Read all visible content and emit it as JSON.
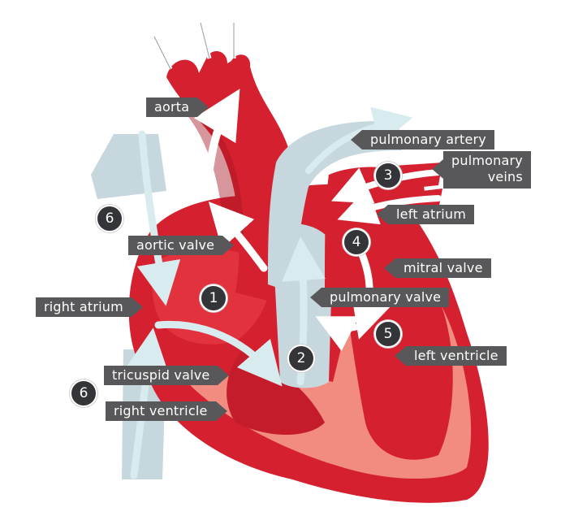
{
  "labels": {
    "aorta": "aorta",
    "pulmonary_artery": "pulmonary artery",
    "pulmonary_veins_line1": "pulmonary",
    "pulmonary_veins_line2": "veins",
    "left_atrium": "left atrium",
    "aortic_valve": "aortic valve",
    "mitral_valve": "mitral valve",
    "right_atrium": "right atrium",
    "pulmonary_valve": "pulmonary valve",
    "left_ventricle": "left ventricle",
    "tricuspid_valve": "tricuspid valve",
    "right_ventricle": "right ventricle"
  },
  "steps": {
    "s1": "1",
    "s2": "2",
    "s3": "3",
    "s4": "4",
    "s5": "5",
    "s6_upper": "6",
    "s6_lower": "6"
  },
  "colors": {
    "muscle": "#d5202f",
    "muscle_dark": "#a31624",
    "inner": "#f28b80",
    "vessel_blue": "#c6d8dd",
    "arrow_blue": "#d8ebef",
    "label_bg": "#58585a"
  }
}
